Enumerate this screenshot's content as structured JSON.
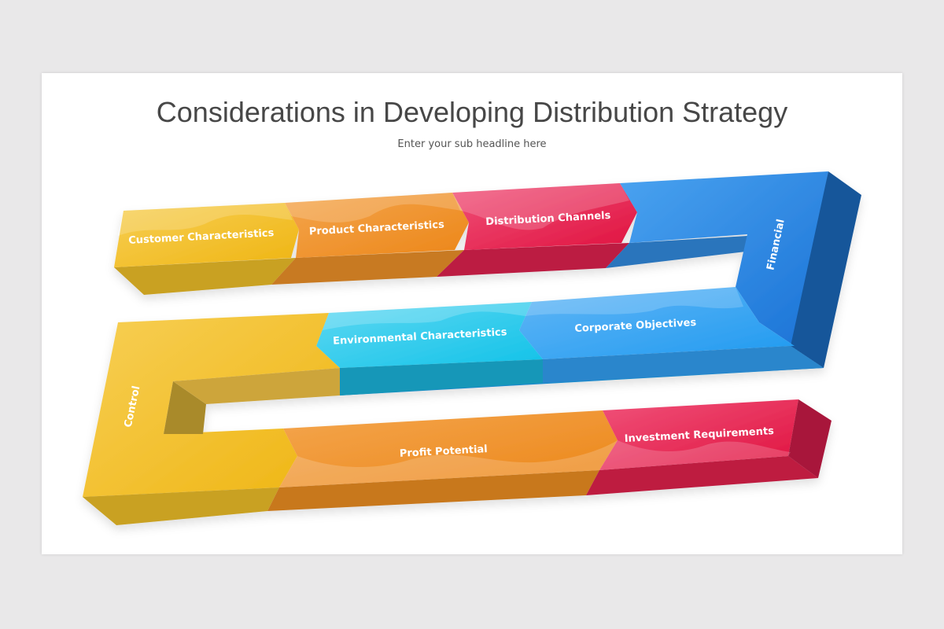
{
  "slide": {
    "title": "Considerations in Developing Distribution Strategy",
    "subtitle": "Enter your sub headline here"
  },
  "steps": [
    {
      "label": "Customer Characteristics",
      "color": "#F2BE22"
    },
    {
      "label": "Product Characteristics",
      "color": "#F0922B"
    },
    {
      "label": "Distribution Channels",
      "color": "#E8194B"
    },
    {
      "label": "Financial",
      "color": "#1E88E5"
    },
    {
      "label": "Corporate Objectives",
      "color": "#2F9FF0"
    },
    {
      "label": "Environmental Characteristics",
      "color": "#1EC8EC"
    },
    {
      "label": "Control",
      "color": "#F2BE22"
    },
    {
      "label": "Profit Potential",
      "color": "#F0922B"
    },
    {
      "label": "Investment Requirements",
      "color": "#E8194B"
    }
  ],
  "colors": {
    "background": "#E9E8E9",
    "slide": "#FFFFFF",
    "title_text": "#474747"
  }
}
